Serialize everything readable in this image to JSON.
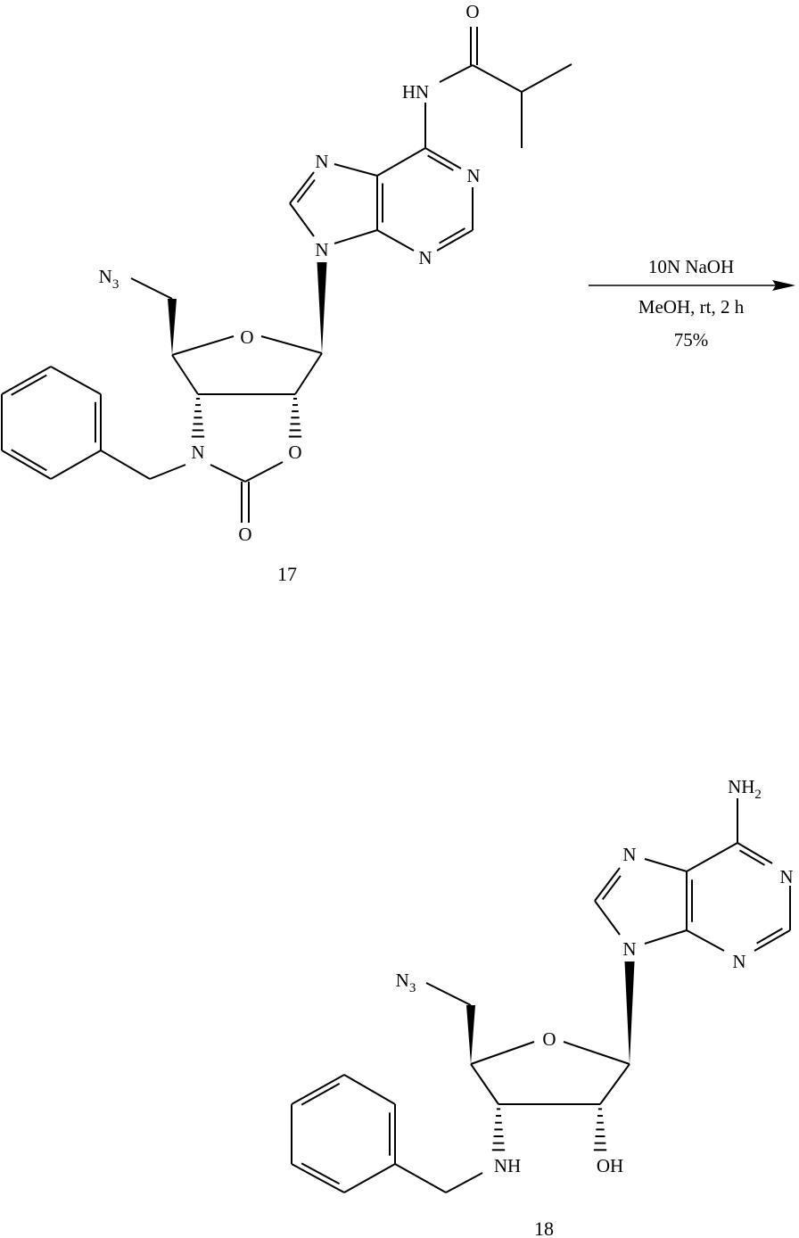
{
  "reaction": {
    "reagent": "10N NaOH",
    "conditions": "MeOH, rt, 2 h",
    "yield": "75%"
  },
  "starting_material": {
    "label": "17",
    "atoms": {
      "carbonyl_o": "O",
      "amide_nh": "HN",
      "n1": "N",
      "n3": "N",
      "n7": "N",
      "n9": "N",
      "ring_o": "O",
      "azide": {
        "text": "N",
        "sub": "3"
      },
      "carbamate_n": "N",
      "carbamate_o": "O",
      "carbamate_co": "O"
    }
  },
  "product": {
    "label": "18",
    "atoms": {
      "amine": {
        "text": "NH",
        "sub": "2"
      },
      "n1": "N",
      "n3": "N",
      "n7": "N",
      "n9": "N",
      "ring_o": "O",
      "azide": {
        "text": "N",
        "sub": "3"
      },
      "nh": "NH",
      "oh": "OH"
    }
  }
}
